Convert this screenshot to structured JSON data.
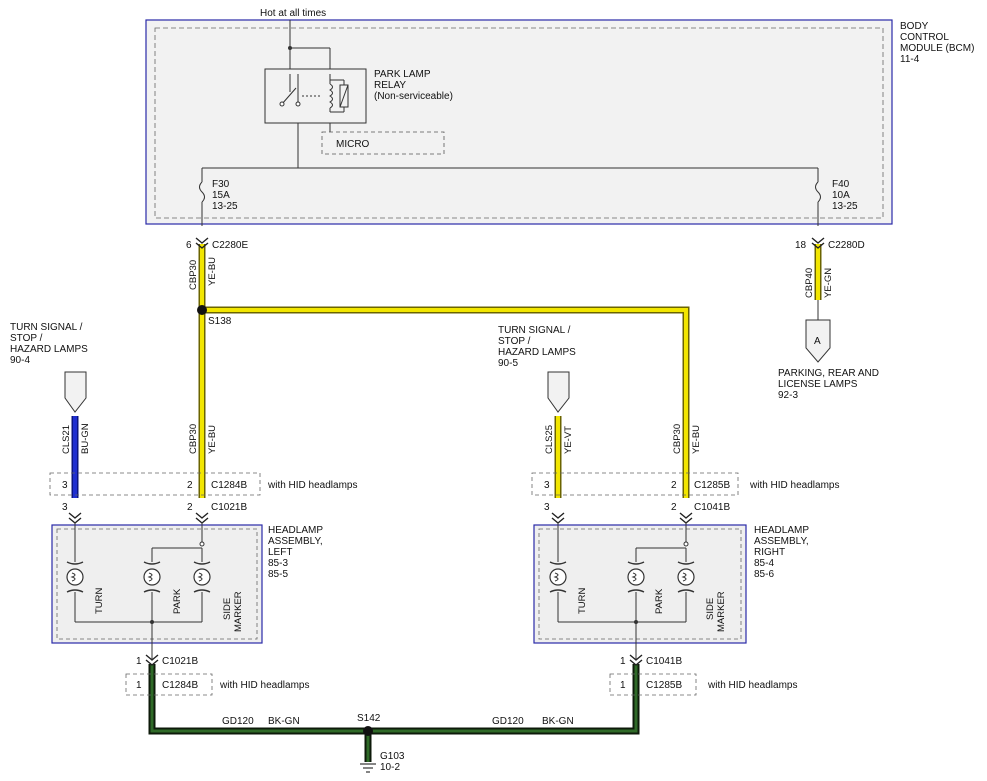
{
  "bcm": {
    "name_lines": [
      "BODY",
      "CONTROL",
      "MODULE (BCM)",
      "11-4"
    ],
    "hot_label": "Hot at all times",
    "relay_lines": [
      "PARK LAMP",
      "RELAY",
      "(Non-serviceable)"
    ],
    "micro": "MICRO",
    "fuse_f30": [
      "F30",
      "15A",
      "13-25"
    ],
    "fuse_f40": [
      "F40",
      "10A",
      "13-25"
    ]
  },
  "connectors": {
    "left_out_pin": "6",
    "left_out_name": "C2280E",
    "right_out_pin": "18",
    "right_out_name": "C2280D",
    "c1284b": "C1284B",
    "c1021b": "C1021B",
    "c1285b": "C1285B",
    "c1041b": "C1041B",
    "pin3": "3",
    "pin2": "2",
    "pin1": "1",
    "with_hid": "with HID headlamps"
  },
  "wires": {
    "cbp30": "CBP30",
    "ye_bu": "YE-BU",
    "cbp40": "CBP40",
    "ye_gn": "YE-GN",
    "cls21": "CLS21",
    "bu_gn": "BU-GN",
    "cls25": "CLS25",
    "ye_vt": "YE-VT",
    "gd120": "GD120",
    "bk_gn": "BK-GN"
  },
  "splices": {
    "s138": "S138",
    "s142": "S142",
    "g103": "G103",
    "g103_ref": "10-2"
  },
  "offpage": {
    "a_letter": "A",
    "parking_lines": [
      "PARKING, REAR AND",
      "LICENSE LAMPS",
      "92-3"
    ],
    "turn_left_lines": [
      "TURN SIGNAL /",
      "STOP /",
      "HAZARD LAMPS",
      "90-4"
    ],
    "turn_right_lines": [
      "TURN SIGNAL /",
      "STOP /",
      "HAZARD LAMPS",
      "90-5"
    ]
  },
  "headlamps": {
    "left_lines": [
      "HEADLAMP",
      "ASSEMBLY,",
      "LEFT",
      "85-3",
      "85-5"
    ],
    "right_lines": [
      "HEADLAMP",
      "ASSEMBLY,",
      "RIGHT",
      "85-4",
      "85-6"
    ],
    "turn": "TURN",
    "park": "PARK",
    "side_marker_lines": [
      "SIDE",
      "MARKER"
    ]
  },
  "colors": {
    "yellow": "#f2e600",
    "yellow_edge": "#6b6400",
    "blue": "#1f2fd0",
    "dark_green": "#1c3a18",
    "box_blue": "#2a2aa8",
    "panel_fill": "#efefef"
  }
}
